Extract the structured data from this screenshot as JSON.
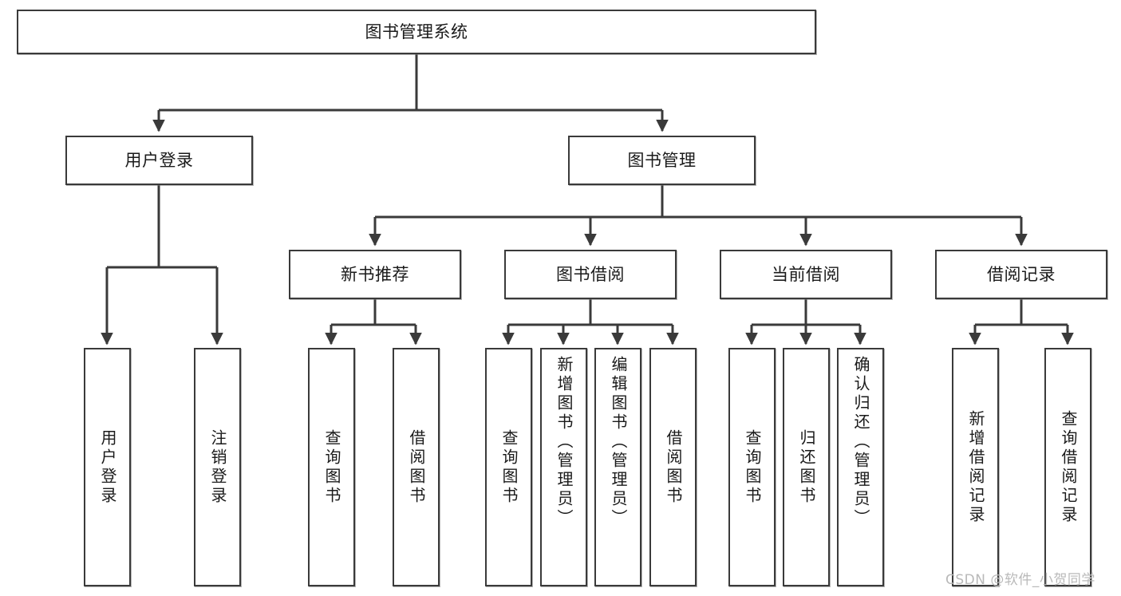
{
  "diagram": {
    "title": "图书管理系统",
    "type": "hierarchy-tree",
    "levels": 4,
    "nodes": {
      "root": {
        "label": "图书管理系统",
        "level": 1,
        "orientation": "horizontal"
      },
      "user_login": {
        "label": "用户登录",
        "level": 2,
        "orientation": "horizontal"
      },
      "book_manage": {
        "label": "图书管理",
        "level": 2,
        "orientation": "horizontal"
      },
      "new_book_rec": {
        "label": "新书推荐",
        "level": 3,
        "orientation": "horizontal"
      },
      "book_borrow": {
        "label": "图书借阅",
        "level": 3,
        "orientation": "horizontal"
      },
      "current_borrow": {
        "label": "当前借阅",
        "level": 3,
        "orientation": "horizontal"
      },
      "borrow_record": {
        "label": "借阅记录",
        "level": 3,
        "orientation": "horizontal"
      },
      "leaf_user_login": {
        "label": "用户登录",
        "level": 4,
        "orientation": "vertical"
      },
      "leaf_logout": {
        "label": "注销登录",
        "level": 4,
        "orientation": "vertical"
      },
      "leaf_query_book_1": {
        "label": "查询图书",
        "level": 4,
        "orientation": "vertical"
      },
      "leaf_borrow_book_1": {
        "label": "借阅图书",
        "level": 4,
        "orientation": "vertical"
      },
      "leaf_query_book_2": {
        "label": "查询图书",
        "level": 4,
        "orientation": "vertical"
      },
      "leaf_add_book": {
        "label": "新增图书（管理员）",
        "level": 4,
        "orientation": "vertical"
      },
      "leaf_edit_book": {
        "label": "编辑图书（管理员）",
        "level": 4,
        "orientation": "vertical"
      },
      "leaf_borrow_book_2": {
        "label": "借阅图书",
        "level": 4,
        "orientation": "vertical"
      },
      "leaf_query_book_3": {
        "label": "查询图书",
        "level": 4,
        "orientation": "vertical"
      },
      "leaf_return_book": {
        "label": "归还图书",
        "level": 4,
        "orientation": "vertical"
      },
      "leaf_confirm_return": {
        "label": "确认归还（管理员）",
        "level": 4,
        "orientation": "vertical"
      },
      "leaf_add_record": {
        "label": "新增借阅记录",
        "level": 4,
        "orientation": "vertical"
      },
      "leaf_query_record": {
        "label": "查询借阅记录",
        "level": 4,
        "orientation": "vertical"
      }
    },
    "edges": [
      {
        "from": "root",
        "to": "user_login"
      },
      {
        "from": "root",
        "to": "book_manage"
      },
      {
        "from": "user_login",
        "to": "leaf_user_login"
      },
      {
        "from": "user_login",
        "to": "leaf_logout"
      },
      {
        "from": "book_manage",
        "to": "new_book_rec"
      },
      {
        "from": "book_manage",
        "to": "book_borrow"
      },
      {
        "from": "book_manage",
        "to": "current_borrow"
      },
      {
        "from": "book_manage",
        "to": "borrow_record"
      },
      {
        "from": "new_book_rec",
        "to": "leaf_query_book_1"
      },
      {
        "from": "new_book_rec",
        "to": "leaf_borrow_book_1"
      },
      {
        "from": "book_borrow",
        "to": "leaf_query_book_2"
      },
      {
        "from": "book_borrow",
        "to": "leaf_add_book"
      },
      {
        "from": "book_borrow",
        "to": "leaf_edit_book"
      },
      {
        "from": "book_borrow",
        "to": "leaf_borrow_book_2"
      },
      {
        "from": "current_borrow",
        "to": "leaf_query_book_3"
      },
      {
        "from": "current_borrow",
        "to": "leaf_return_book"
      },
      {
        "from": "current_borrow",
        "to": "leaf_confirm_return"
      },
      {
        "from": "borrow_record",
        "to": "leaf_add_record"
      },
      {
        "from": "borrow_record",
        "to": "leaf_query_record"
      }
    ],
    "colors": {
      "border": "#3a3a3a",
      "fill": "#ffffff",
      "text": "#1a1a1a",
      "edge": "#3a3a3a",
      "watermark": "#b9b9b9"
    }
  },
  "watermark": {
    "text": "CSDN @软件_小贺同学"
  }
}
